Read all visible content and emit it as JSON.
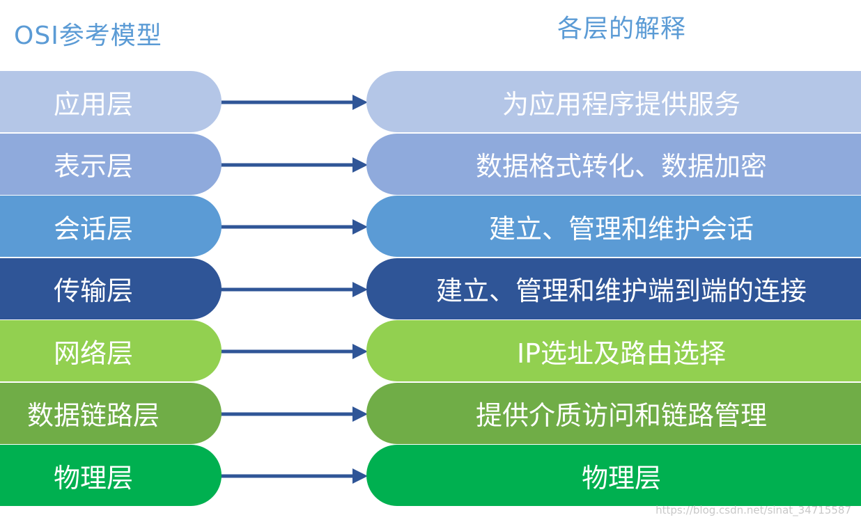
{
  "headings": {
    "left": "OSI参考模型",
    "right": "各层的解释"
  },
  "rows": [
    {
      "layer": "应用层",
      "description": "为应用程序提供服务",
      "color": "#b4c6e7"
    },
    {
      "layer": "表示层",
      "description": "数据格式转化、数据加密",
      "color": "#8faadc"
    },
    {
      "layer": "会话层",
      "description": "建立、管理和维护会话",
      "color": "#5b9bd5"
    },
    {
      "layer": "传输层",
      "description": "建立、管理和维护端到端的连接",
      "color": "#2f5597"
    },
    {
      "layer": "网络层",
      "description": "IP选址及路由选择",
      "color": "#92d050"
    },
    {
      "layer": "数据链路层",
      "description": "提供介质访问和链路管理",
      "color": "#70ad47"
    },
    {
      "layer": "物理层",
      "description": "物理层",
      "color": "#00b050"
    }
  ],
  "arrow_color": "#2f5597",
  "watermark": "https://blog.csdn.net/sinat_34715587"
}
